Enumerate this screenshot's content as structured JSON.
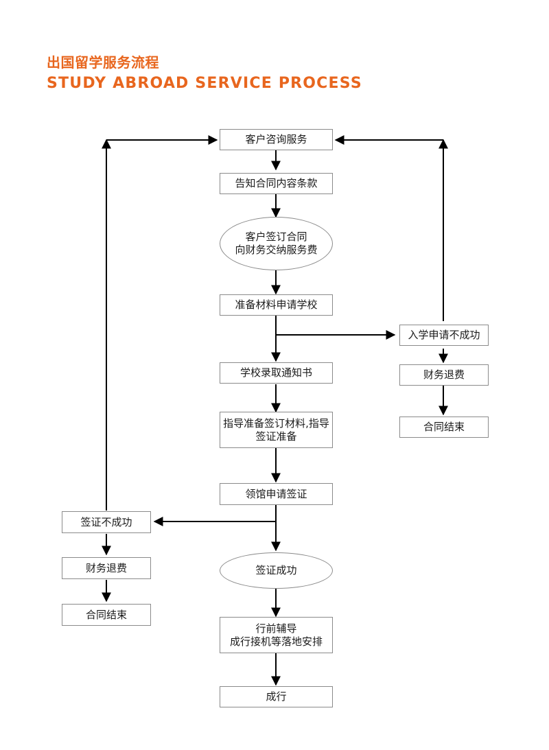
{
  "header": {
    "title_cn": "出国留学服务流程",
    "title_en": "STUDY ABROAD SERVICE PROCESS",
    "accent_color": "#E8661E"
  },
  "flowchart": {
    "node_border_color": "#8a8a8a",
    "connector_color": "#000000",
    "nodes": {
      "consult": "客户咨询服务",
      "contract_terms": "告知合同内容条款",
      "sign_contract": "客户签订合同\n向财务交纳服务费",
      "prepare_apply": "准备材料申请学校",
      "admission_fail": "入学申请不成功",
      "refund_right": "财务退费",
      "contract_end_right": "合同结束",
      "offer_letter": "学校录取通知书",
      "guide_materials": "指导准备签订材料,指导签证准备",
      "consulate_visa": "领馆申请签证",
      "visa_fail": "签证不成功",
      "refund_left": "财务退费",
      "contract_end_left": "合同结束",
      "visa_success": "签证成功",
      "predeparture": "行前辅导\n成行接机等落地安排",
      "departure": "成行"
    }
  }
}
